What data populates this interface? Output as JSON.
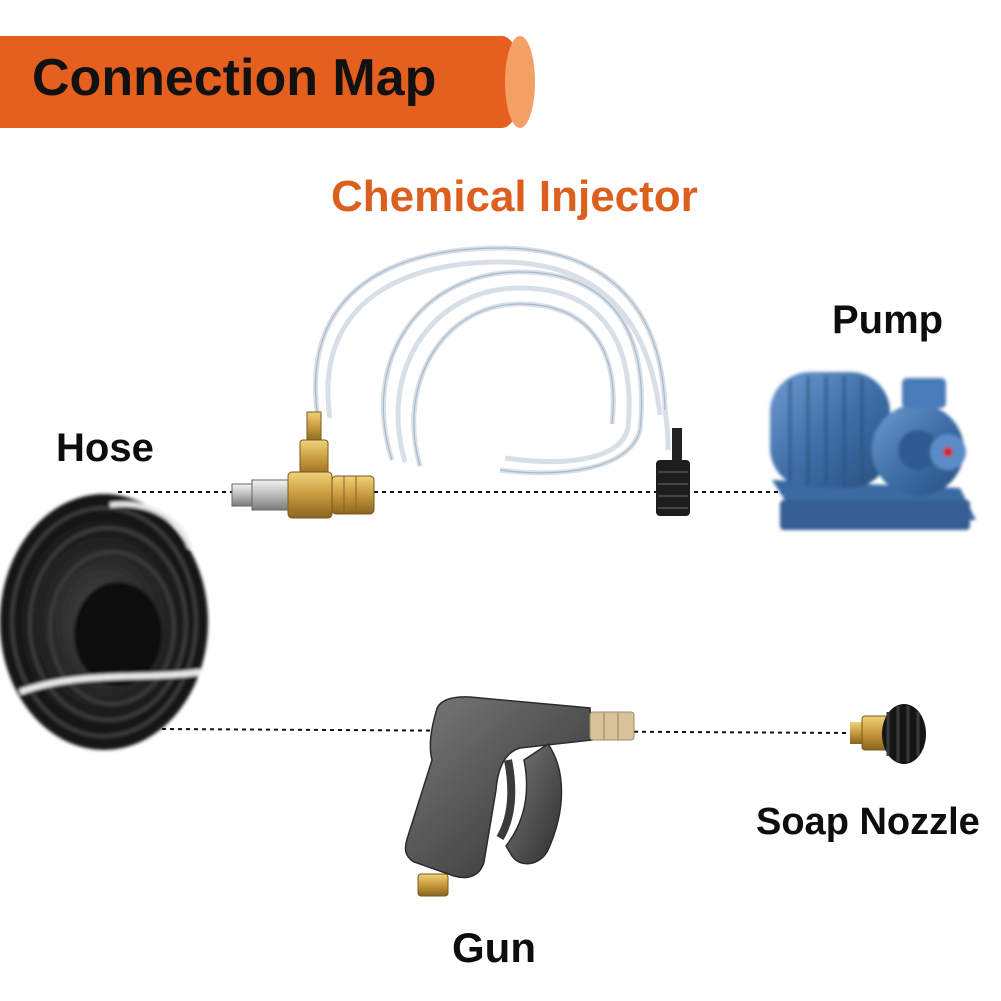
{
  "title": "Connection Map",
  "labels": {
    "chemical_injector": "Chemical Injector",
    "pump": "Pump",
    "hose": "Hose",
    "soap_nozzle": "Soap Nozzle",
    "gun": "Gun"
  },
  "colors": {
    "accent": "#e5601f",
    "injector_label": "#dc5f1e",
    "pump_body": "#3f6fa8",
    "brass": "#c79a3d",
    "gun_body": "#545454",
    "hose": "#1c1c1c"
  },
  "icons": [
    "chemical-injector-icon",
    "pump-icon",
    "hose-coil-icon",
    "spray-gun-icon",
    "soap-nozzle-icon"
  ]
}
